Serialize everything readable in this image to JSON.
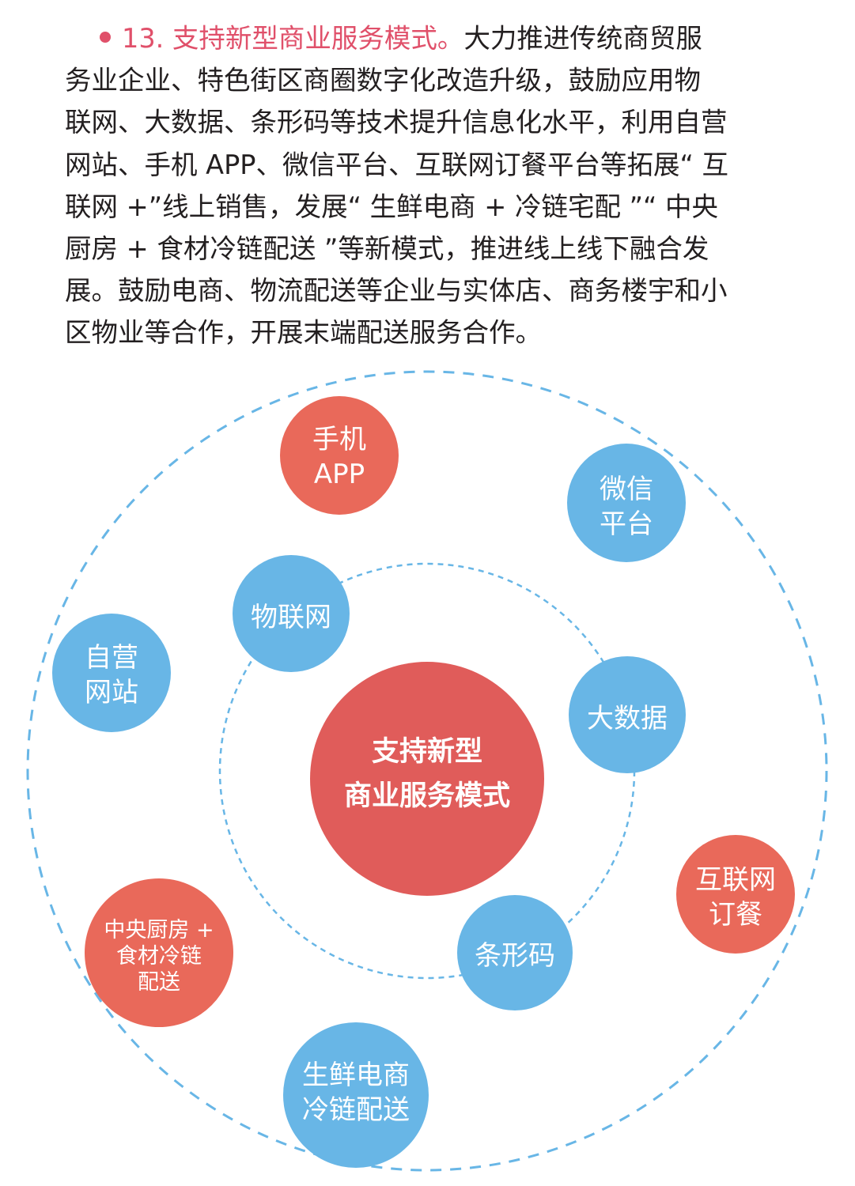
{
  "paragraph": {
    "heading": "13. 支持新型商业服务模式。",
    "lines": [
      "大力推进传统商贸服",
      "务业企业、特色街区商圈数字化改造升级，鼓励应用物",
      "联网、大数据、条形码等技术提升信息化水平，利用自营",
      "网站、手机 APP、微信平台、互联网订餐平台等拓展“ 互",
      "联网 +”线上销售，发展“ 生鲜电商 + 冷链宅配 ”“ 中央",
      "厨房 + 食材冷链配送 ”等新模式，推进线上线下融合发",
      "展。鼓励电商、物流配送等企业与实体店、商务楼宇和小",
      "区物业等合作，开展末端配送服务合作。"
    ]
  },
  "diagram": {
    "center": {
      "lines": [
        "支持新型",
        "商业服务模式"
      ]
    },
    "inner_nodes": [
      {
        "name": "node-wulianwang",
        "lines": [
          "物联网"
        ]
      },
      {
        "name": "node-dashuju",
        "lines": [
          "大数据"
        ]
      },
      {
        "name": "node-tiaoxingma",
        "lines": [
          "条形码"
        ]
      }
    ],
    "outer_nodes": [
      {
        "name": "node-shouji-app",
        "lines": [
          "手机",
          "APP"
        ]
      },
      {
        "name": "node-weixin-pingtai",
        "lines": [
          "微信",
          "平台"
        ]
      },
      {
        "name": "node-ziying-wangzhan",
        "lines": [
          "自营",
          "网站"
        ]
      },
      {
        "name": "node-hulianwang-dingcan",
        "lines": [
          "互联网",
          "订餐"
        ]
      },
      {
        "name": "node-zhongyang-chufang",
        "lines": [
          "中央厨房 +",
          "食材冷链",
          "配送"
        ]
      },
      {
        "name": "node-shengxian-dianshang",
        "lines": [
          "生鲜电商",
          "冷链配送"
        ]
      }
    ],
    "colors": {
      "center": "#e05c5a",
      "red_node": "#e9695a",
      "blue_node": "#68b6e6",
      "dashed_ring": "#68b6e6",
      "heading": "#e0506a"
    }
  }
}
